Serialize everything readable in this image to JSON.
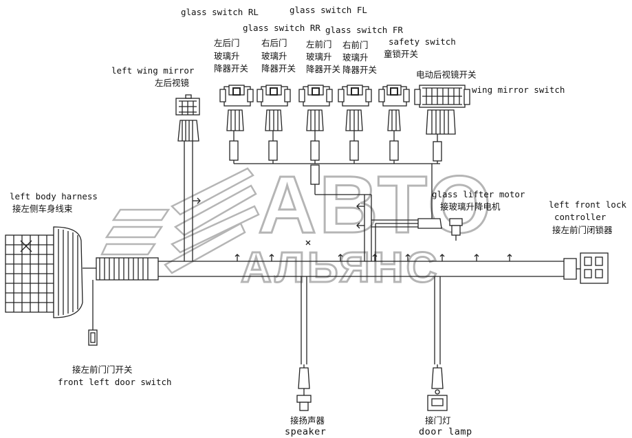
{
  "labels": {
    "glass_switch_rl": "glass switch RL",
    "glass_switch_rr": "glass switch RR",
    "glass_switch_fl": "glass switch FL",
    "glass_switch_fr": "glass switch FR",
    "rl_cn_1": "左后门",
    "rl_cn_2": "玻璃升",
    "rl_cn_3": "降器开关",
    "rr_cn_1": "右后门",
    "rr_cn_2": "玻璃升",
    "rr_cn_3": "降器开关",
    "fl_cn_1": "左前门",
    "fl_cn_2": "玻璃升",
    "fl_cn_3": "降器开关",
    "fr_cn_1": "右前门",
    "fr_cn_2": "玻璃升",
    "fr_cn_3": "降器开关",
    "safety_switch": "safety switch",
    "safety_switch_cn": "童锁开关",
    "left_wing_mirror": "left wing mirror",
    "left_wing_mirror_cn": "左后视镜",
    "mirror_switch_cn": "电动后视镜开关",
    "wing_mirror_switch": "wing mirror switch",
    "left_body_harness": "left body harness",
    "left_body_harness_cn": "接左侧车身线束",
    "glass_lifter_motor": "glass lifter motor",
    "glass_lifter_motor_cn": "接玻璃升降电机",
    "left_front_lock_1": "left front lock",
    "left_front_lock_2": "controller",
    "left_front_lock_cn": "接左前门闭锁器",
    "front_left_door_switch_cn": "接左前门门开关",
    "front_left_door_switch": "front left door switch",
    "speaker_cn": "接扬声器",
    "speaker": "speaker",
    "door_lamp_cn": "接门灯",
    "door_lamp": "door lamp"
  },
  "watermark": {
    "line1": "АВТО",
    "line2": "АЛЬЯНС"
  },
  "colors": {
    "line": "#222222",
    "watermark": "#b8b8b8",
    "background": "#ffffff"
  }
}
